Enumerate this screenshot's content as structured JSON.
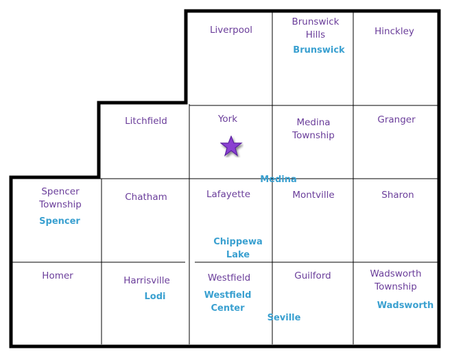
{
  "colors": {
    "township_text": "#6a3d9a",
    "city_text": "#3aa0d0",
    "border": "#000000",
    "grid": "#000000",
    "star_fill": "#8a3fd1"
  },
  "map": {
    "townships": [
      {
        "id": "liverpool",
        "name": "Liverpool"
      },
      {
        "id": "brunswick-hills",
        "name": "Brunswick\nHills"
      },
      {
        "id": "hinckley",
        "name": "Hinckley"
      },
      {
        "id": "litchfield",
        "name": "Litchfield"
      },
      {
        "id": "york",
        "name": "York"
      },
      {
        "id": "medina-township",
        "name": "Medina\nTownship"
      },
      {
        "id": "granger",
        "name": "Granger"
      },
      {
        "id": "spencer-township",
        "name": "Spencer\nTownship"
      },
      {
        "id": "chatham",
        "name": "Chatham"
      },
      {
        "id": "lafayette",
        "name": "Lafayette"
      },
      {
        "id": "montville",
        "name": "Montville"
      },
      {
        "id": "sharon",
        "name": "Sharon"
      },
      {
        "id": "homer",
        "name": "Homer"
      },
      {
        "id": "harrisville",
        "name": "Harrisville"
      },
      {
        "id": "westfield",
        "name": "Westfield"
      },
      {
        "id": "guilford",
        "name": "Guilford"
      },
      {
        "id": "wadsworth-township",
        "name": "Wadsworth\nTownship"
      }
    ],
    "cities": [
      {
        "id": "brunswick",
        "name": "Brunswick"
      },
      {
        "id": "medina",
        "name": "Medina"
      },
      {
        "id": "spencer",
        "name": "Spencer"
      },
      {
        "id": "chippewa-lake",
        "name": "Chippewa\nLake"
      },
      {
        "id": "lodi",
        "name": "Lodi"
      },
      {
        "id": "westfield-center",
        "name": "Westfield\nCenter"
      },
      {
        "id": "seville",
        "name": "Seville"
      },
      {
        "id": "wadsworth",
        "name": "Wadsworth"
      }
    ],
    "marker": {
      "icon": "star-icon",
      "location": "York"
    }
  }
}
